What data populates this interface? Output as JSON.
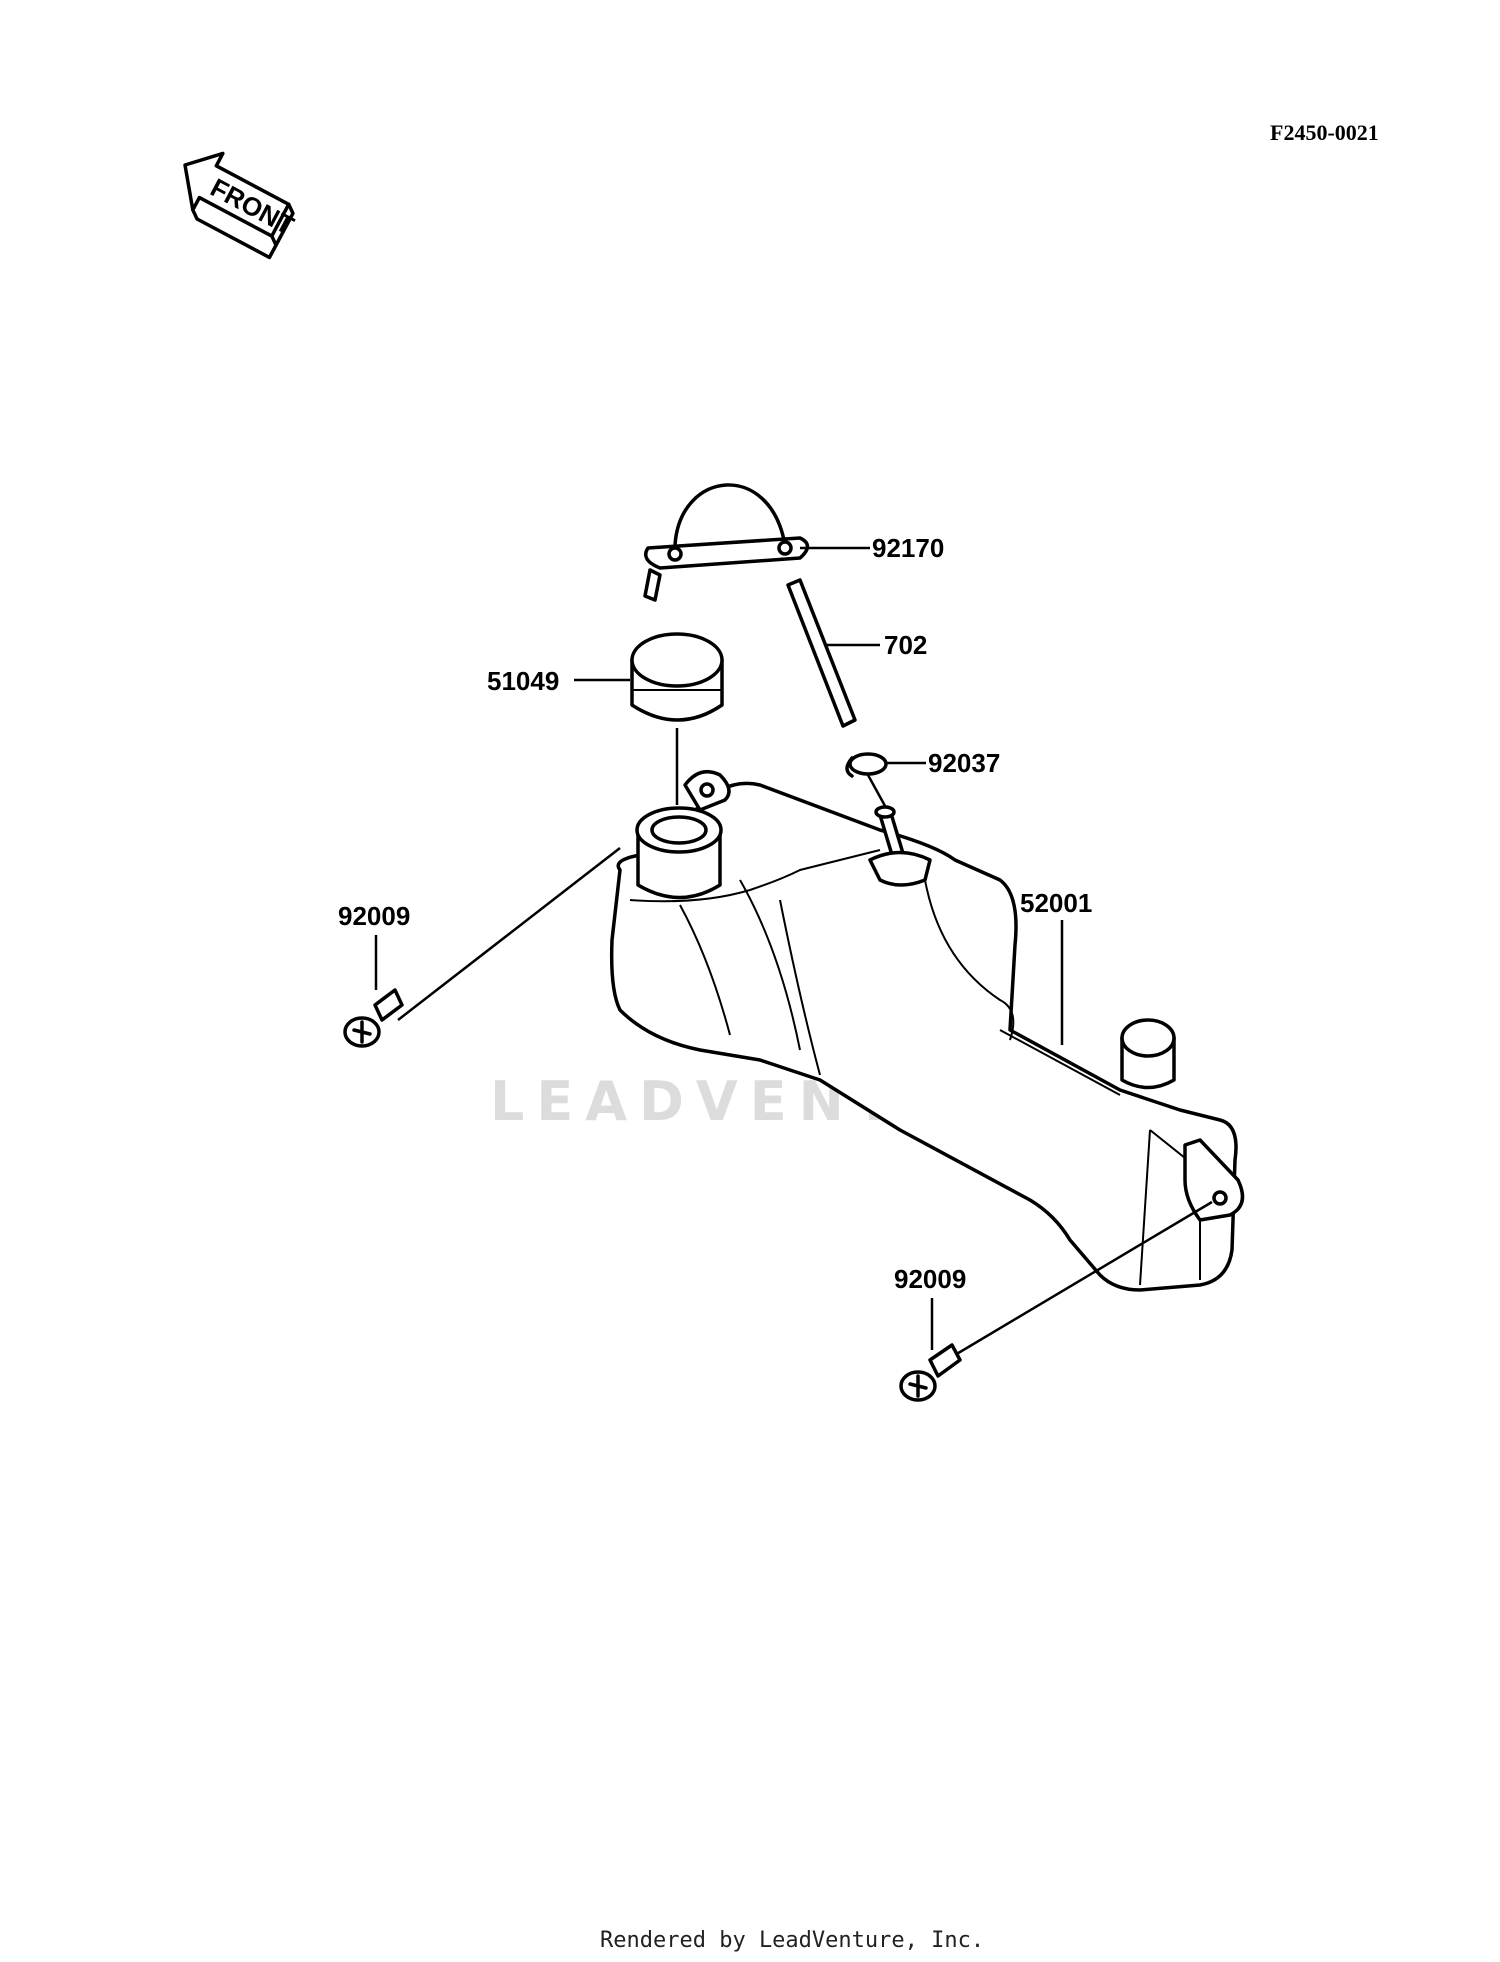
{
  "figure_code": "F2450-0021",
  "front_arrow_label": "FRONT",
  "watermark": "LEADVENTURE",
  "footer": "Rendered by LeadVenture, Inc.",
  "callouts": {
    "clamp": "92170",
    "hose": "702",
    "cap": "51049",
    "hose_clip": "92037",
    "reservoir_tank": "52001",
    "bolt_upper": "92009",
    "bolt_lower": "92009"
  },
  "colors": {
    "ink": "#000000",
    "watermark": "#dcdcdc",
    "background": "#ffffff"
  }
}
